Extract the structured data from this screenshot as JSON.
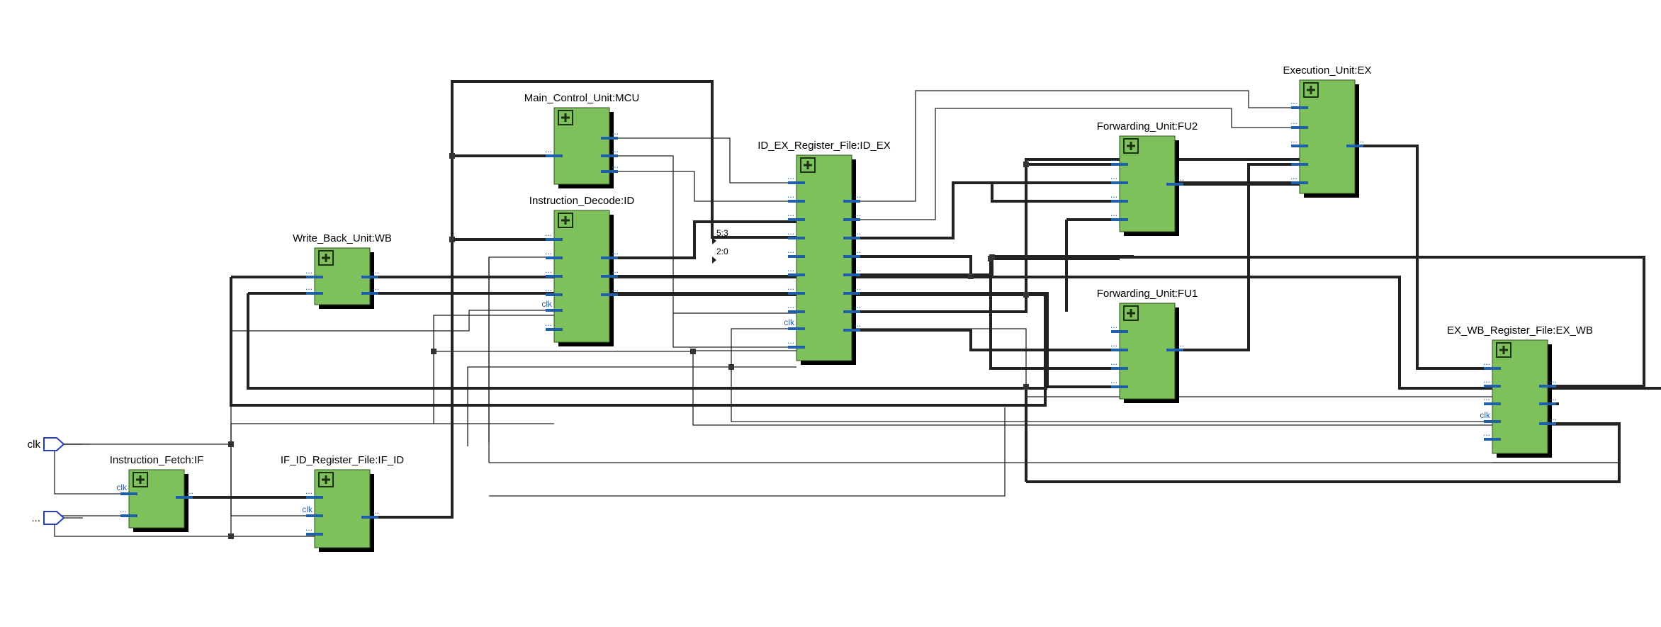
{
  "diagram": {
    "inputs": [
      {
        "id": "clk",
        "label": "clk"
      },
      {
        "id": "in2",
        "label": "..."
      }
    ],
    "modules": [
      {
        "id": "if",
        "title": "Instruction_Fetch:IF"
      },
      {
        "id": "ifid",
        "title": "IF_ID_Register_File:IF_ID"
      },
      {
        "id": "wb",
        "title": "Write_Back_Unit:WB"
      },
      {
        "id": "mcu",
        "title": "Main_Control_Unit:MCU"
      },
      {
        "id": "id",
        "title": "Instruction_Decode:ID"
      },
      {
        "id": "idex",
        "title": "ID_EX_Register_File:ID_EX"
      },
      {
        "id": "fu2",
        "title": "Forwarding_Unit:FU2"
      },
      {
        "id": "fu1",
        "title": "Forwarding_Unit:FU1"
      },
      {
        "id": "ex",
        "title": "Execution_Unit:EX"
      },
      {
        "id": "exwb",
        "title": "EX_WB_Register_File:EX_WB"
      }
    ],
    "port_labels": {
      "generic": "...",
      "clock": "clk"
    },
    "slice_labels": [
      "5:3",
      "2:0"
    ],
    "colors": {
      "module_fill": "#7ec15c",
      "module_border": "#2f4f1f",
      "shadow": "#000000",
      "pin": "#1f5fa8",
      "wire": "#222222",
      "input_port": "#1f3fbf"
    },
    "icons": {
      "module_expand": "plus-box-icon",
      "input_port": "input-port-arrow-icon"
    }
  }
}
